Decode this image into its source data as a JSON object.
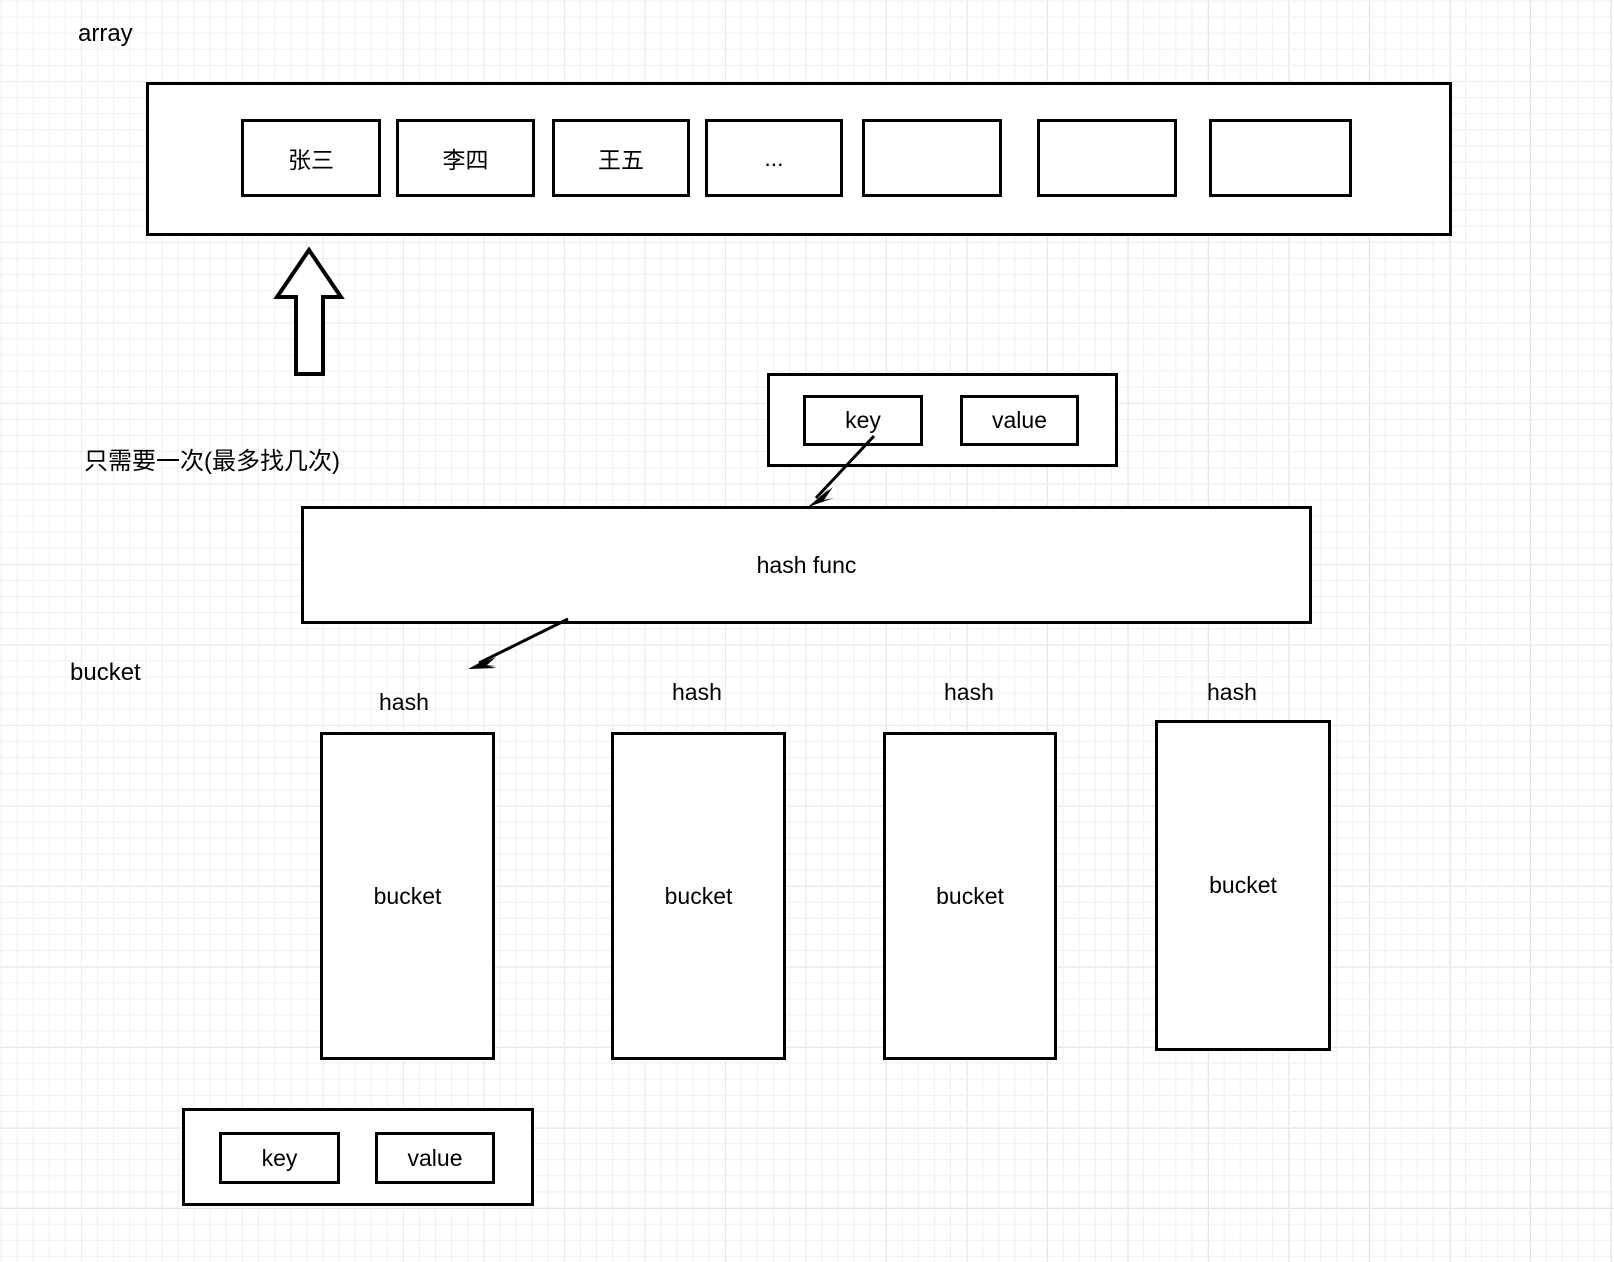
{
  "diagram": {
    "title_labels": {
      "array": "array",
      "bucket": "bucket",
      "note": "只需要一次(最多找几次)"
    },
    "array_section": {
      "cells": [
        {
          "text": "张三"
        },
        {
          "text": "李四"
        },
        {
          "text": "王五"
        },
        {
          "text": "..."
        },
        {
          "text": ""
        },
        {
          "text": ""
        },
        {
          "text": ""
        }
      ]
    },
    "kv_top": {
      "key_label": "key",
      "value_label": "value"
    },
    "hash_func": {
      "label": "hash func"
    },
    "buckets": [
      {
        "hash_label": "hash",
        "bucket_label": "bucket"
      },
      {
        "hash_label": "hash",
        "bucket_label": "bucket"
      },
      {
        "hash_label": "hash",
        "bucket_label": "bucket"
      },
      {
        "hash_label": "hash",
        "bucket_label": "bucket"
      }
    ],
    "kv_bottom": {
      "key_label": "key",
      "value_label": "value"
    },
    "colors": {
      "stroke": "#000000",
      "fill": "#ffffff",
      "grid_minor": "#f0f0f0",
      "grid_major": "#d9d9d9"
    }
  }
}
